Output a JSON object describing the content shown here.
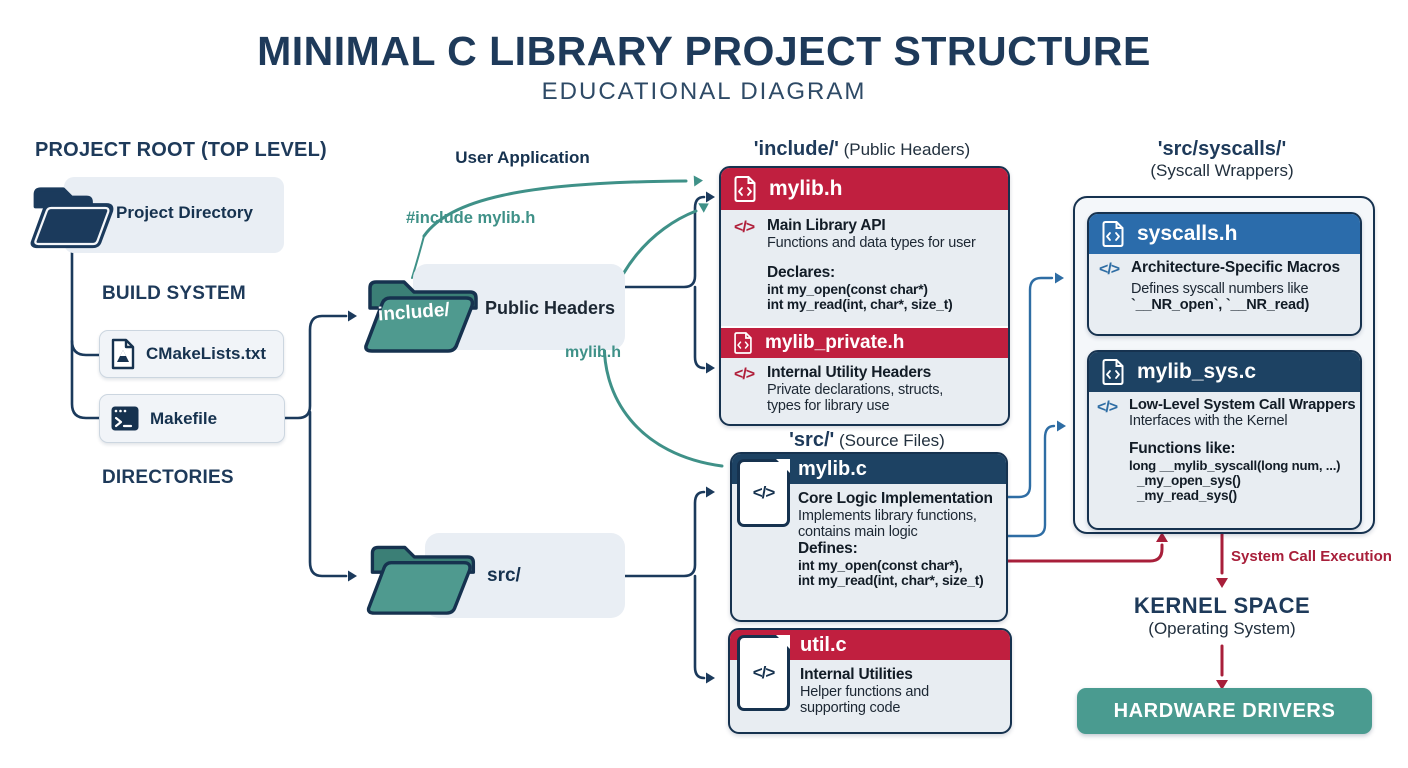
{
  "title": "MINIMAL C LIBRARY PROJECT STRUCTURE",
  "subtitle": "EDUCATIONAL DIAGRAM",
  "icons": {
    "code": "</>"
  },
  "left": {
    "heading": "PROJECT ROOT (TOP LEVEL)",
    "project_dir_label": "Project Directory",
    "build_system_heading": "BUILD SYSTEM",
    "cmake_label": "CMakeLists.txt",
    "makefile_label": "Makefile",
    "directories_heading": "DIRECTORIES"
  },
  "folders": {
    "include_name": "include/",
    "include_label": "Public Headers",
    "src_label": "src/"
  },
  "arrows": {
    "user_application": "User Application",
    "include_mylib": "#include mylib.h",
    "mylib_h": "mylib.h",
    "system_call_execution": "System Call Execution"
  },
  "include_group": {
    "heading_strong": "'include/'",
    "heading_rest": " (Public Headers)",
    "mylib_h": {
      "title": "mylib.h",
      "subtitle": "Main Library API",
      "desc": "Functions and data types for user",
      "declares_label": "Declares:",
      "lines": [
        "int my_open(const char*)",
        "int my_read(int, char*, size_t)"
      ]
    },
    "mylib_private_h": {
      "title": "mylib_private.h",
      "subtitle": "Internal Utility Headers",
      "desc1": "Private declarations, structs,",
      "desc2": "types for library use"
    }
  },
  "src_group": {
    "heading_strong": "'src/'",
    "heading_rest": " (Source Files)",
    "mylib_c": {
      "title": "mylib.c",
      "subtitle": "Core Logic Implementation",
      "desc1": "Implements library functions,",
      "desc2": "contains main logic",
      "defines_label": "Defines:",
      "lines": [
        "int my_open(const char*),",
        "int my_read(int, char*, size_t)"
      ]
    },
    "util_c": {
      "title": "util.c",
      "subtitle": "Internal Utilities",
      "desc1": "Helper functions and",
      "desc2": "supporting code"
    }
  },
  "syscalls_group": {
    "heading_strong": "'src/syscalls/'",
    "heading_rest": "(Syscall Wrappers)",
    "syscalls_h": {
      "title": "syscalls.h",
      "subtitle": "Architecture-Specific Macros",
      "desc1": "Defines syscall numbers like",
      "desc2": "`__NR_open`, `__NR_read)"
    },
    "mylib_sys_c": {
      "title": "mylib_sys.c",
      "subtitle": "Low-Level System Call Wrappers",
      "desc": "Interfaces with the Kernel",
      "functions_label": "Functions like:",
      "lines": [
        "long __mylib_syscall(long num, ...)",
        "_my_open_sys()",
        "_my_read_sys()"
      ]
    }
  },
  "kernel": {
    "title": "KERNEL SPACE",
    "subtitle": "(Operating System)",
    "hardware": "HARDWARE DRIVERS"
  },
  "colors": {
    "navy": "#1b3a5c",
    "red": "#c01f3f",
    "crimson_arrow": "#a81f3a",
    "teal": "#4f9a8f",
    "teal_arrow": "#3f9188",
    "blue_header": "#2b6cab",
    "blue_arrow": "#2e6da4",
    "card_body": "#e8edf2",
    "soft_box": "#e9eef4",
    "hardware_box": "#4a9b90"
  }
}
